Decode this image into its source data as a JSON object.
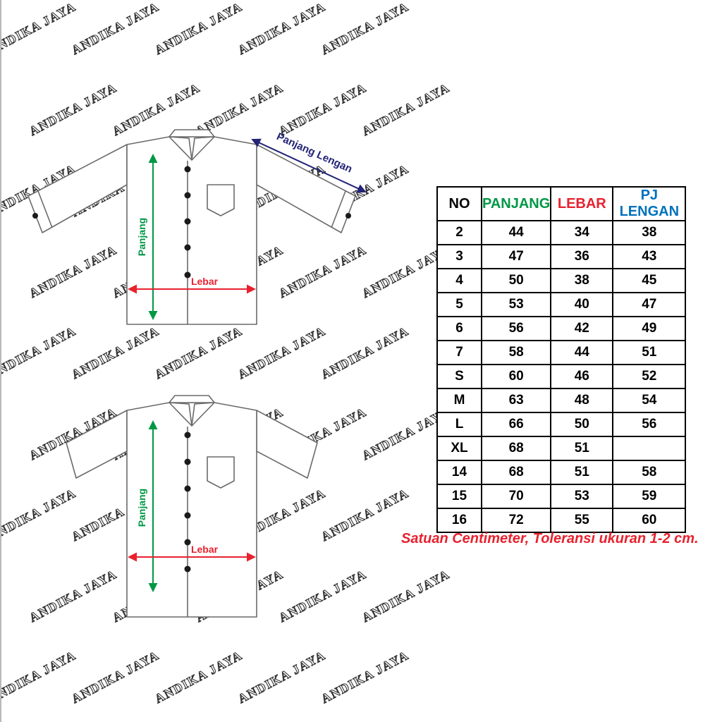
{
  "brand_watermark": {
    "text": "ANDIKA JAYA"
  },
  "diagram": {
    "sleeve_length_label": "Panjang Lengan",
    "length_label": "Panjang",
    "width_label": "Lebar",
    "colors": {
      "length_arrow": "#009845",
      "width_arrow": "#e8212e",
      "sleeve_length_arrow": "#232377"
    }
  },
  "size_table": {
    "headers": [
      "NO",
      "PANJANG",
      "LEBAR",
      "PJ LENGAN"
    ],
    "header_colors": [
      "#000000",
      "#009845",
      "#e8212e",
      "#0072bc"
    ],
    "rows": [
      [
        "2",
        "44",
        "34",
        "38"
      ],
      [
        "3",
        "47",
        "36",
        "43"
      ],
      [
        "4",
        "50",
        "38",
        "45"
      ],
      [
        "5",
        "53",
        "40",
        "47"
      ],
      [
        "6",
        "56",
        "42",
        "49"
      ],
      [
        "7",
        "58",
        "44",
        "51"
      ],
      [
        "S",
        "60",
        "46",
        "52"
      ],
      [
        "M",
        "63",
        "48",
        "54"
      ],
      [
        "L",
        "66",
        "50",
        "56"
      ],
      [
        "XL",
        "68",
        "51",
        ""
      ],
      [
        "14",
        "68",
        "51",
        "58"
      ],
      [
        "15",
        "70",
        "53",
        "59"
      ],
      [
        "16",
        "72",
        "55",
        "60"
      ]
    ]
  },
  "footer": {
    "note": "Satuan Centimeter, Toleransi ukuran 1-2 cm.",
    "color": "#e8212e"
  },
  "chart_data": {
    "type": "table",
    "columns": [
      "NO",
      "PANJANG",
      "LEBAR",
      "PJ LENGAN"
    ],
    "rows": [
      [
        "2",
        44,
        34,
        38
      ],
      [
        "3",
        47,
        36,
        43
      ],
      [
        "4",
        50,
        38,
        45
      ],
      [
        "5",
        53,
        40,
        47
      ],
      [
        "6",
        56,
        42,
        49
      ],
      [
        "7",
        58,
        44,
        51
      ],
      [
        "S",
        60,
        46,
        52
      ],
      [
        "M",
        63,
        48,
        54
      ],
      [
        "L",
        66,
        50,
        56
      ],
      [
        "XL",
        68,
        51,
        null
      ],
      [
        "14",
        68,
        51,
        58
      ],
      [
        "15",
        70,
        53,
        59
      ],
      [
        "16",
        72,
        55,
        60
      ]
    ],
    "unit": "Centimeter",
    "tolerance_note": "Toleransi ukuran 1-2 cm."
  }
}
